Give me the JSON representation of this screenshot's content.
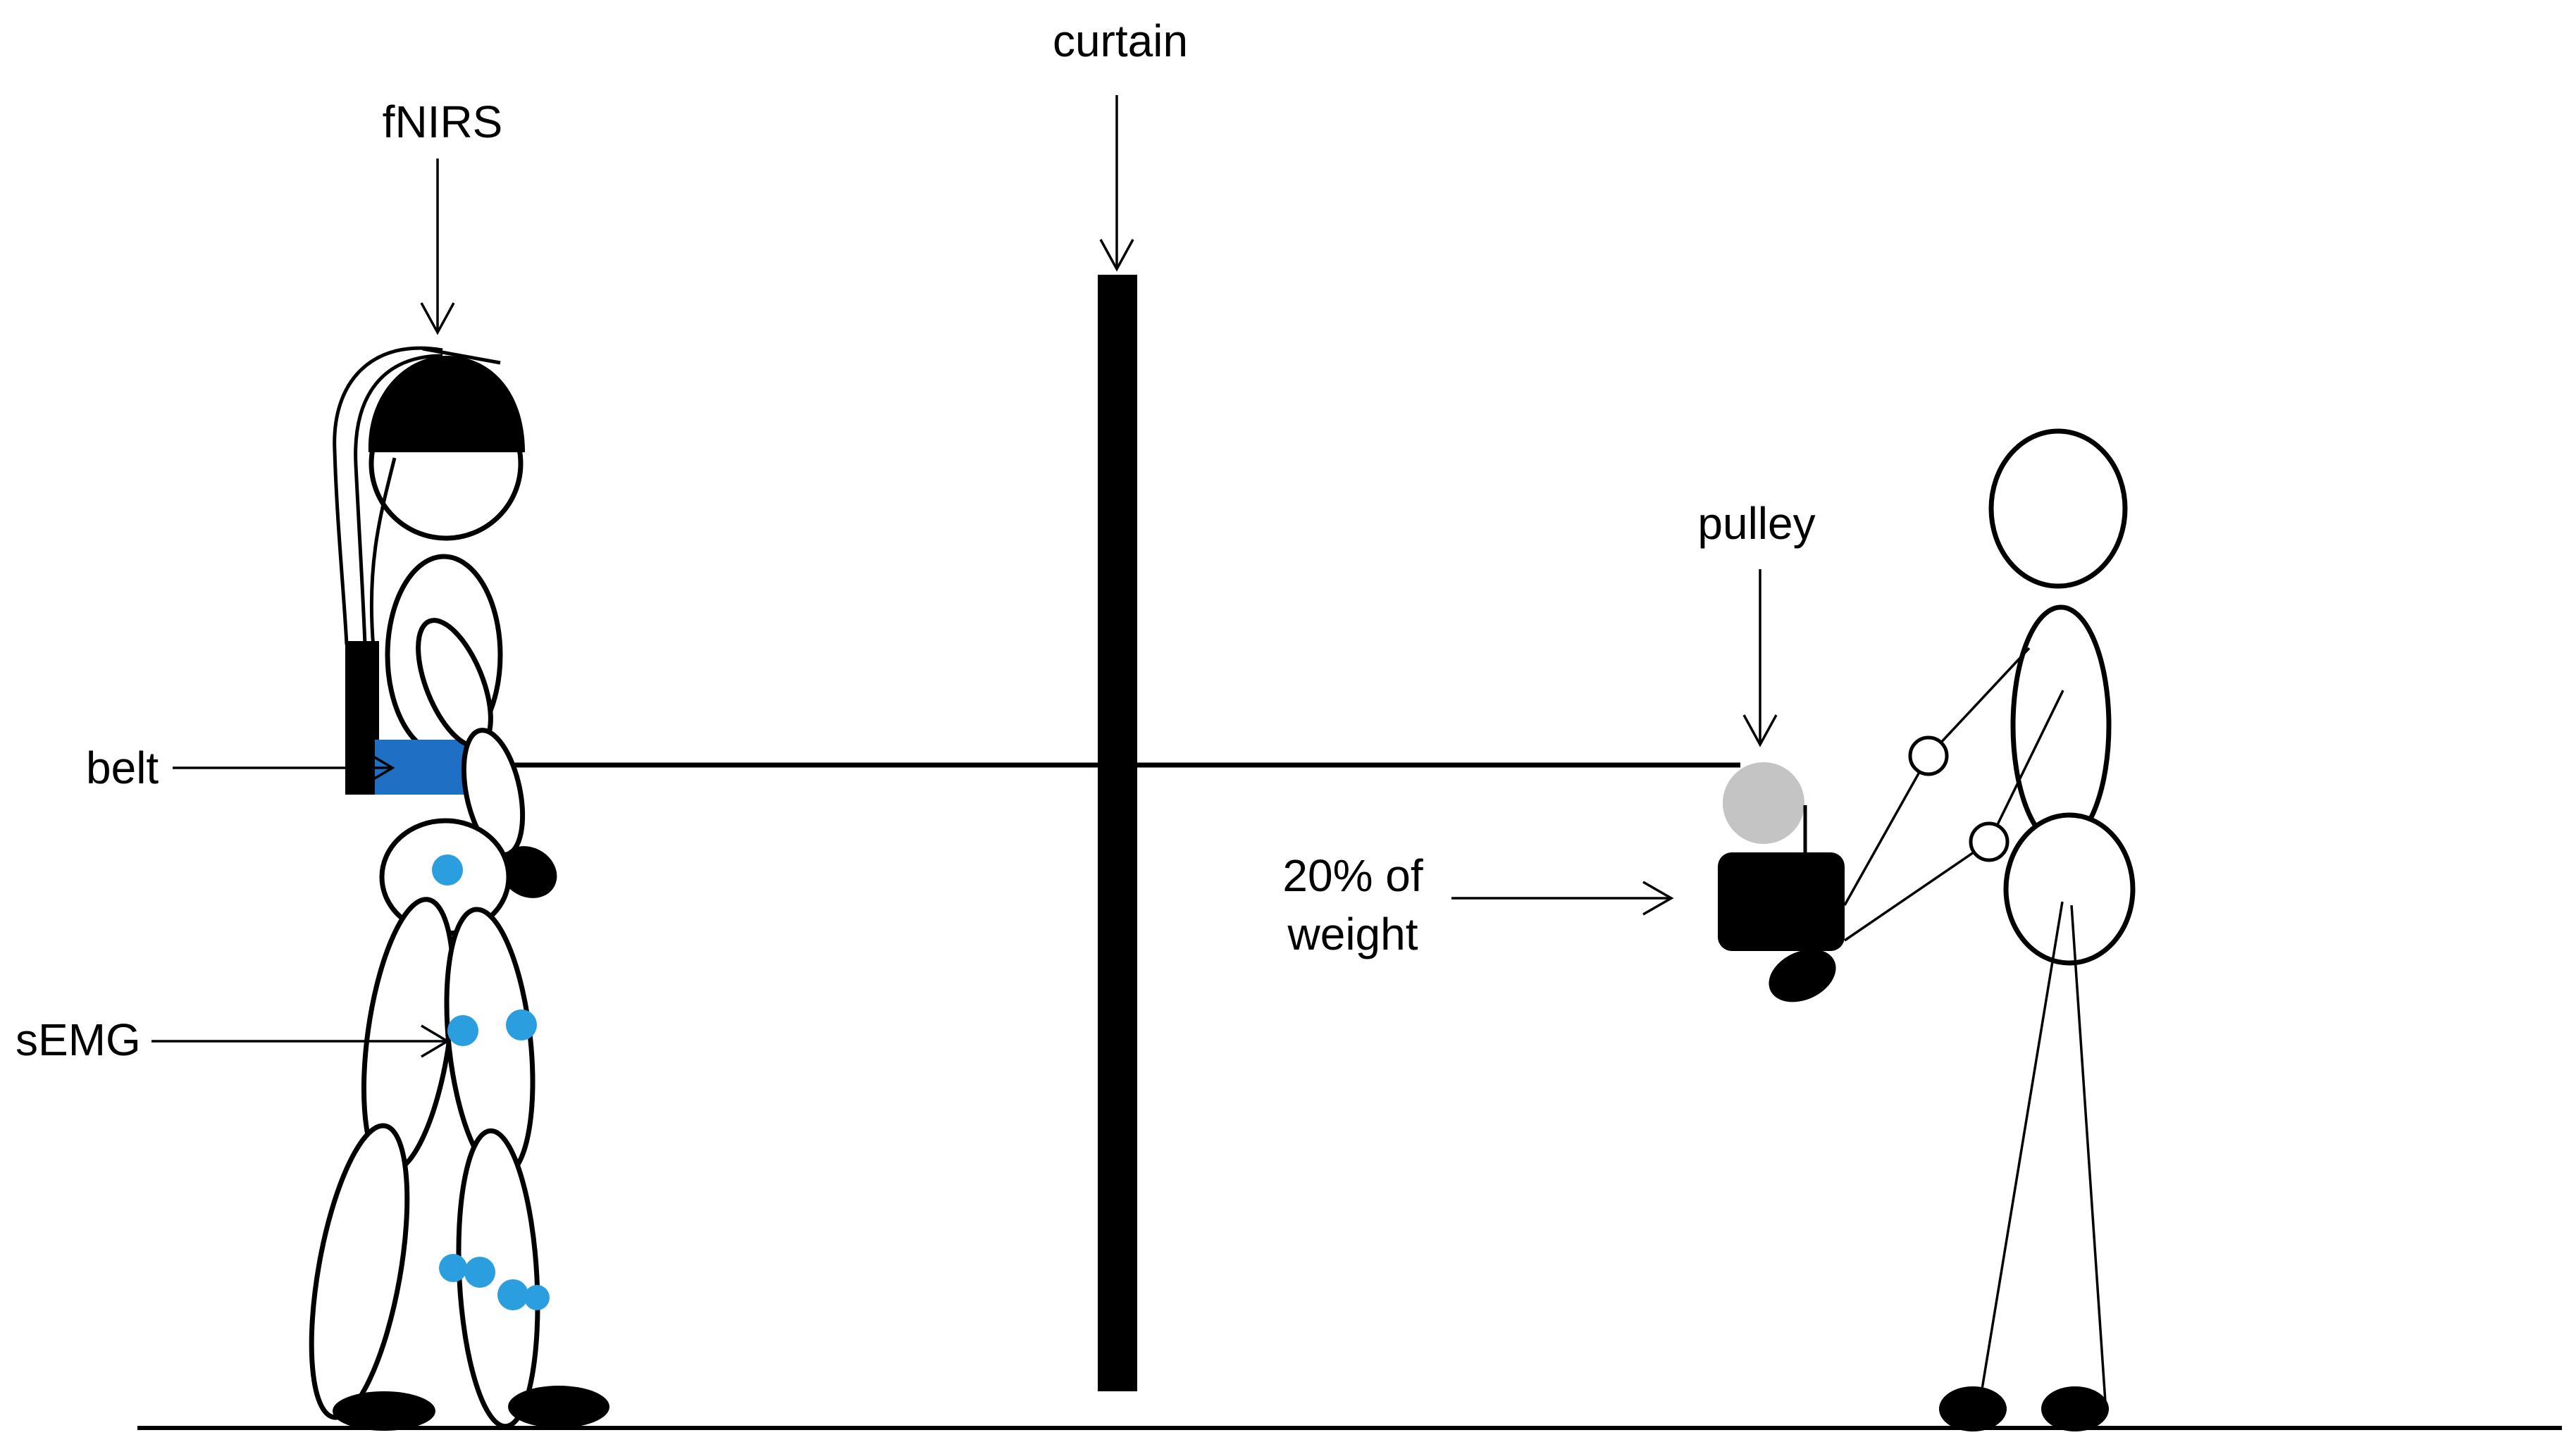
{
  "labels": {
    "curtain": "curtain",
    "fnirs": "fNIRS",
    "pulley": "pulley",
    "belt": "belt",
    "weight_line1": "20% of",
    "weight_line2": "weight",
    "semg": "sEMG"
  },
  "colors": {
    "belt": "#1f6fc4",
    "sensor": "#2b9ee0",
    "pulley": "#c4c4c4",
    "outline": "#000000"
  }
}
